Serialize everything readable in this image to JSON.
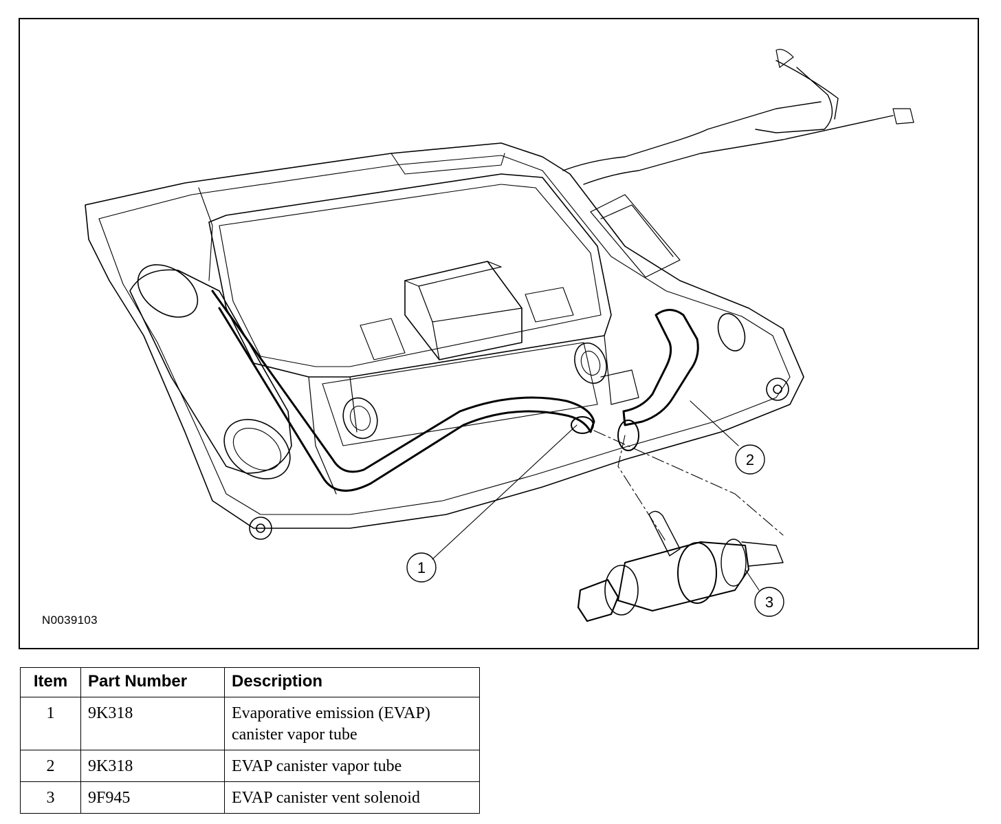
{
  "figure": {
    "id_label": "N0039103",
    "callouts": [
      {
        "number": "1"
      },
      {
        "number": "2"
      },
      {
        "number": "3"
      }
    ]
  },
  "table": {
    "headers": {
      "item": "Item",
      "part_number": "Part Number",
      "description": "Description"
    },
    "rows": [
      {
        "item": "1",
        "part_number": "9K318",
        "description_lines": [
          "Evaporative emission (EVAP)",
          "canister vapor tube"
        ]
      },
      {
        "item": "2",
        "part_number": "9K318",
        "description_lines": [
          "EVAP canister vapor tube"
        ]
      },
      {
        "item": "3",
        "part_number": "9F945",
        "description_lines": [
          "EVAP canister vent solenoid"
        ]
      }
    ]
  }
}
